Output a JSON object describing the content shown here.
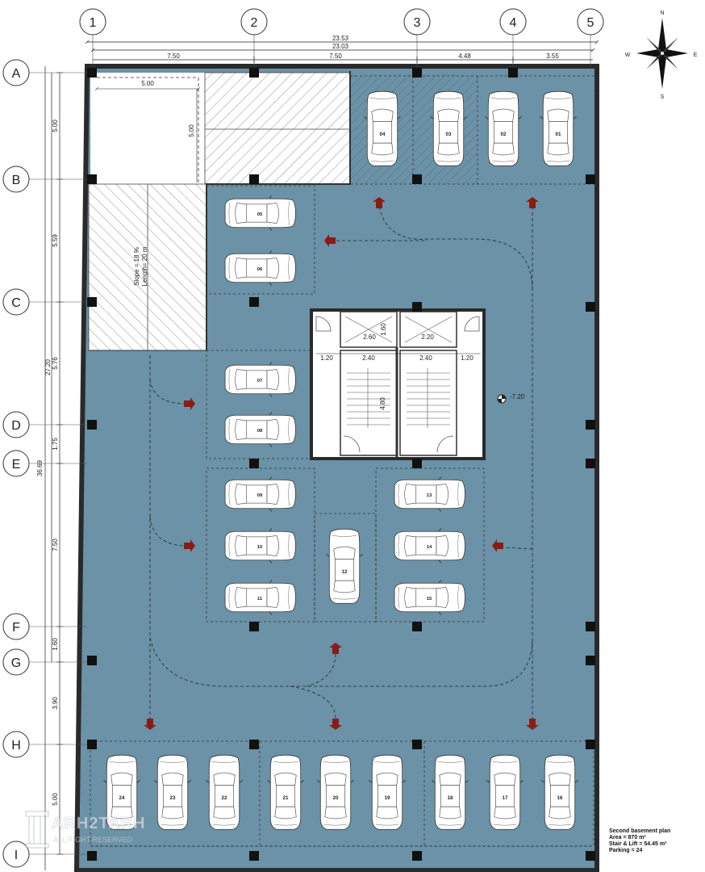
{
  "grid_columns": [
    "1",
    "2",
    "3",
    "4",
    "5"
  ],
  "grid_rows": [
    "A",
    "B",
    "C",
    "D",
    "E",
    "F",
    "G",
    "H",
    "I"
  ],
  "top_dims": {
    "overall": "23.53",
    "inner": "23.03",
    "segments": [
      "7.50",
      "7.50",
      "4.48",
      "3.55"
    ]
  },
  "left_dims": {
    "overall": "36.69",
    "partial": "27.20",
    "segments": [
      "5.00",
      "5.59",
      "5.76",
      "1.75",
      "7.50",
      "1.60",
      "3.90",
      "5.00"
    ]
  },
  "ramp_dims": {
    "width": "5.00",
    "depth": "5.00"
  },
  "ramp_note": {
    "line1": "Slope = 18 %",
    "line2": "Length= 20 m"
  },
  "core_dims": {
    "lift_w": "2.60",
    "lift_d": "1.60",
    "lift2_w": "2.20",
    "side_left": "1.20",
    "stair_left": "2.40",
    "stair_right": "2.40",
    "side_right": "1.20",
    "stair_len": "4.80"
  },
  "level_mark": "-7.20",
  "compass": {
    "n": "N",
    "s": "S",
    "e": "E",
    "w": "W"
  },
  "parking_slots": [
    "01",
    "02",
    "03",
    "04",
    "05",
    "06",
    "07",
    "08",
    "09",
    "10",
    "11",
    "12",
    "13",
    "14",
    "15",
    "16",
    "17",
    "18",
    "19",
    "20",
    "21",
    "22",
    "23",
    "24"
  ],
  "info": {
    "title": "Second basement plan",
    "area": "Area = 870 m²",
    "stair": "Stair & Lift = 54.45 m²",
    "parking": "Parking = 24"
  },
  "watermark": {
    "title": "ARH2TARH",
    "subtitle": "ALL RIGHT RESERVED"
  },
  "colors": {
    "floor": "#6b92a6",
    "wall": "#2a2a2a",
    "arrow": "#8a1c14",
    "car": "#ffffff"
  }
}
